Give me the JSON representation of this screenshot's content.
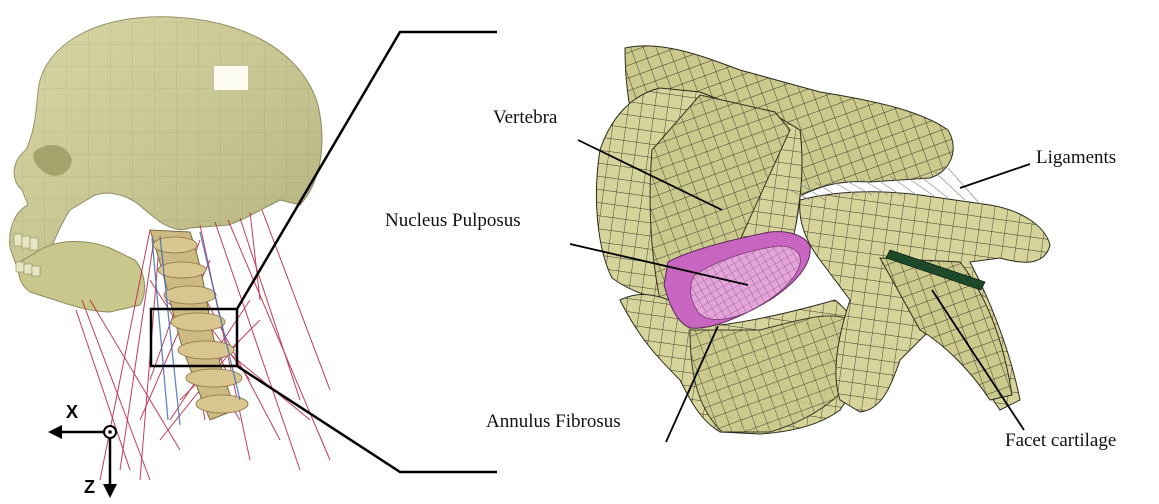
{
  "labels": {
    "vertebra": "Vertebra",
    "nucleus": "Nucleus Pulposus",
    "annulus": "Annulus Fibrosus",
    "ligaments": "Ligaments",
    "facet": "Facet cartilage"
  },
  "axes": {
    "x": "X",
    "z": "Z"
  },
  "colors": {
    "bone": "#d6d49a",
    "bone_dark": "#a9a770",
    "mesh": "#3a3a28",
    "nucleus": "#e5a6dc",
    "annulus": "#c865c0",
    "muscle": "#b81c3c",
    "cartilage": "#1f4a2a"
  }
}
